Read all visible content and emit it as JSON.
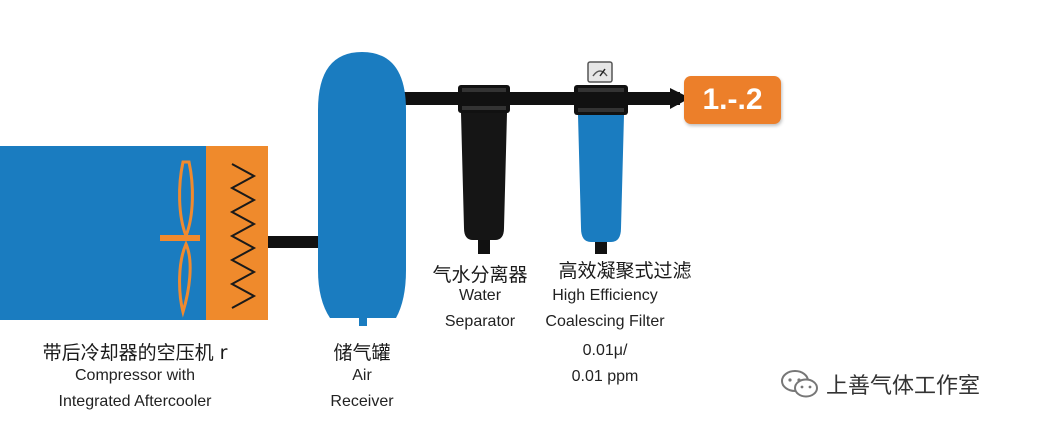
{
  "colors": {
    "equipment_blue": "#1a7cc0",
    "cooler_orange": "#ef8a2c",
    "pipe_black": "#111111",
    "filter_dark": "#151515"
  },
  "compressor": {
    "label_cn": "带后冷却器的空压机 r",
    "label_en_1": "Compressor with",
    "label_en_2": "Integrated Aftercooler"
  },
  "receiver": {
    "label_cn": "储气罐",
    "label_en_1": "Air",
    "label_en_2": "Receiver"
  },
  "separator": {
    "label_cn": "气水分离器",
    "label_en_1": "Water",
    "label_en_2": "Separator"
  },
  "filter": {
    "label_cn": "高效凝聚式过滤",
    "label_en_1": "High Efficiency",
    "label_en_2": "Coalescing Filter",
    "spec_1": "0.01μ/",
    "spec_2": "0.01 ppm"
  },
  "outlet_badge": "1.-.2",
  "watermark": {
    "icon": "wechat-icon",
    "text": "上善气体工作室"
  }
}
